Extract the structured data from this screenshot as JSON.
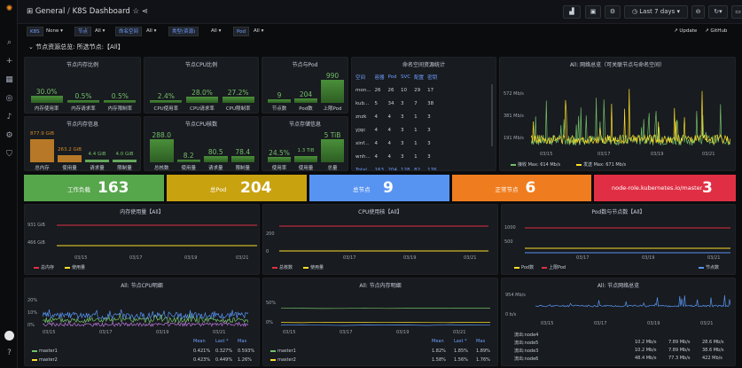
{
  "header": {
    "breadcrumb_folder": "General",
    "separator": "/",
    "dashboard_title": "K8S Dashboard",
    "time_range": "Last 7 days",
    "update_label": "Update",
    "github_label": "GitHub"
  },
  "variables": [
    {
      "label": "K8S",
      "value": "None"
    },
    {
      "label": "节点",
      "value": "All"
    },
    {
      "label": "命名空间",
      "value": "All"
    },
    {
      "label": "类型(资源)",
      "value": "All"
    },
    {
      "label": "Pod",
      "value": "All"
    }
  ],
  "row_title": "节点资源总览: 所选节点:【All】",
  "memory_ratio": {
    "title": "节点内存比例",
    "items": [
      {
        "value": "30.0%",
        "label": "内存使用率",
        "fill": 0.3
      },
      {
        "value": "0.5%",
        "label": "内存请求率",
        "fill": 0.05
      },
      {
        "value": "0.5%",
        "label": "内存限制率",
        "fill": 0.05
      }
    ]
  },
  "cpu_ratio": {
    "title": "节点CPU比例",
    "items": [
      {
        "value": "2.4%",
        "label": "CPU使用率",
        "fill": 0.1
      },
      {
        "value": "28.0%",
        "label": "CPU请求率",
        "fill": 0.28
      },
      {
        "value": "27.2%",
        "label": "CPU限制率",
        "fill": 0.27
      }
    ]
  },
  "node_pod": {
    "title": "节点与Pod",
    "items": [
      {
        "value": "9",
        "label": "节点数",
        "fill": 0.15
      },
      {
        "value": "204",
        "label": "Pod数",
        "fill": 0.21
      },
      {
        "value": "990",
        "label": "上限Pod",
        "fill": 1.0
      }
    ]
  },
  "memory_info": {
    "title": "节点内存信息",
    "items": [
      {
        "value": "877.9 GiB",
        "label": "总内存",
        "fill": 1.0,
        "color": "#d48a2a"
      },
      {
        "value": "263.2 GiB",
        "label": "使用量",
        "fill": 0.3,
        "color": "#d48a2a"
      },
      {
        "value": "4.4 GiB",
        "label": "请求量",
        "fill": 0.05,
        "color": "#73bf69"
      },
      {
        "value": "4.0 GiB",
        "label": "限制量",
        "fill": 0.05,
        "color": "#73bf69"
      }
    ]
  },
  "cpu_info": {
    "title": "节点CPU核数",
    "items": [
      {
        "value": "288.0",
        "label": "总核数",
        "fill": 1.0
      },
      {
        "value": "8.2",
        "label": "使用量",
        "fill": 0.03
      },
      {
        "value": "80.5",
        "label": "请求量",
        "fill": 0.28
      },
      {
        "value": "78.4",
        "label": "限制量",
        "fill": 0.27
      }
    ]
  },
  "storage_info": {
    "title": "节点存储信息",
    "items": [
      {
        "value": "24.5%",
        "label": "使用率",
        "fill": 0.25
      },
      {
        "value": "1.3 TiB",
        "label": "使用量",
        "fill": 0.26
      },
      {
        "value": "5 TiB",
        "label": "总量",
        "fill": 1.0
      }
    ]
  },
  "ns_table": {
    "title": "命名空间资源统计",
    "headers": [
      "空间",
      "容器",
      "Pod",
      "SVC",
      "配置",
      "密钥"
    ],
    "rows": [
      [
        "mon...",
        "26",
        "26",
        "10",
        "29",
        "17"
      ],
      [
        "kub...",
        "5",
        "34",
        "3",
        "7",
        "38"
      ],
      [
        "znzk",
        "4",
        "4",
        "3",
        "1",
        "3"
      ],
      [
        "yjqc",
        "4",
        "4",
        "3",
        "1",
        "3"
      ],
      [
        "xinf...",
        "4",
        "4",
        "3",
        "1",
        "3"
      ],
      [
        "wnh...",
        "4",
        "4",
        "3",
        "1",
        "3"
      ]
    ],
    "total": [
      "Total",
      "163",
      "204",
      "128",
      "82",
      "176"
    ]
  },
  "network_panel": {
    "title": "All: 网络总览（可关联节点与命名空间）",
    "y_ticks": [
      "572 Mb/s",
      "381 Mb/s",
      "191 Mb/s"
    ],
    "x_ticks": [
      "03/15",
      "03/17",
      "03/19",
      "03/21"
    ],
    "legend": [
      {
        "name": "接收",
        "stat": "Max: 614 Mb/s",
        "color": "#73bf69"
      },
      {
        "name": "发送",
        "stat": "Max: 671 Mb/s",
        "color": "#fade2a"
      }
    ]
  },
  "stats": [
    {
      "label": "工作负载",
      "value": "163",
      "color": "#56a64b"
    },
    {
      "label": "总Pod",
      "value": "204",
      "color": "#c9a20f"
    },
    {
      "label": "总节点",
      "value": "9",
      "color": "#5794f2"
    },
    {
      "label": "正常节点",
      "value": "6",
      "color": "#ef7d1f"
    },
    {
      "label": "node-role.kubernetes.io/master",
      "value": "3",
      "color": "#e02f44"
    }
  ],
  "mem_usage": {
    "title": "内存使用量【All】",
    "y_ticks": [
      "931 GiB",
      "466 GiB"
    ],
    "x_ticks": [
      "03/15",
      "03/17",
      "03/19",
      "03/21"
    ],
    "legend": [
      {
        "name": "总内存",
        "color": "#e02f44"
      },
      {
        "name": "使用量",
        "color": "#fade2a"
      }
    ]
  },
  "cpu_usage": {
    "title": "CPU使用核【All】",
    "y_ticks": [
      "200",
      "0"
    ],
    "x_ticks": [
      "03/17",
      "03/19",
      "03/21"
    ],
    "legend": [
      {
        "name": "总核数",
        "color": "#e02f44"
      },
      {
        "name": "使用量",
        "color": "#fade2a"
      }
    ]
  },
  "pod_count": {
    "title": "Pod数与节点数【All】",
    "y_ticks": [
      "1000",
      "500"
    ],
    "x_ticks": [
      "03/17",
      "03/19",
      "03/21"
    ],
    "legend": [
      {
        "name": "Pod数",
        "color": "#fade2a"
      },
      {
        "name": "上限Pod",
        "color": "#e02f44"
      },
      {
        "name": "节点数",
        "color": "#5794f2"
      }
    ]
  },
  "node_cpu": {
    "title": "All: 节点CPU明细",
    "y_ticks": [
      "20%",
      "10%",
      "0%"
    ],
    "x_ticks": [
      "03/15",
      "03/17",
      "03/19",
      "03/21"
    ],
    "columns": [
      "Mean",
      "Last *",
      "Max"
    ],
    "rows": [
      {
        "name": "master1",
        "mean": "0.421%",
        "last": "0.327%",
        "max": "0.593%",
        "color": "#73bf69"
      },
      {
        "name": "master2",
        "mean": "0.423%",
        "last": "0.449%",
        "max": "1.26%",
        "color": "#fade2a"
      }
    ]
  },
  "node_mem": {
    "title": "All: 节点内存明细",
    "y_ticks": [
      "50%",
      "0%"
    ],
    "x_ticks": [
      "03/15",
      "03/17",
      "03/19",
      "03/21"
    ],
    "columns": [
      "Mean",
      "Last *",
      "Max"
    ],
    "rows": [
      {
        "name": "master1",
        "mean": "1.82%",
        "last": "1.85%",
        "max": "1.89%",
        "color": "#73bf69"
      },
      {
        "name": "master2",
        "mean": "1.58%",
        "last": "1.56%",
        "max": "1.76%",
        "color": "#fade2a"
      }
    ]
  },
  "node_net": {
    "title": "All: 节点网络总览",
    "y_ticks": [
      "954 Mb/s",
      "0 b/s"
    ],
    "x_ticks": [
      "03/15",
      "03/17",
      "03/19",
      "03/21"
    ],
    "rows": [
      {
        "name": "流出:node4",
        "v1": "",
        "v2": "",
        "v3": ""
      },
      {
        "name": "流出:node5",
        "v1": "10.2 Mb/s",
        "v2": "7.89 Mb/s",
        "v3": "28.6 Mb/s"
      },
      {
        "name": "流出:node3",
        "v1": "10.2 Mb/s",
        "v2": "7.89 Mb/s",
        "v3": "38.6 Mb/s"
      },
      {
        "name": "流出:node6",
        "v1": "48.4 Mb/s",
        "v2": "77.3 Mb/s",
        "v3": "422 Mb/s"
      }
    ]
  }
}
